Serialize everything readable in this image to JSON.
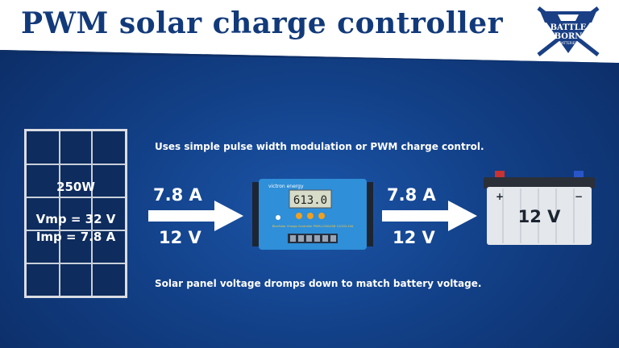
{
  "header": {
    "title": "PWM solar charge controller"
  },
  "logo": {
    "line1": "BATTLE",
    "line2": "BORN",
    "line3": "BATTERIES"
  },
  "panel": {
    "wattage": "250W",
    "vmp": "Vmp = 32 V",
    "imp": "Imp = 7.8 A"
  },
  "captions": {
    "top": "Uses simple pulse width modulation or PWM charge control.",
    "bottom": "Solar panel voltage dromps down to match battery voltage."
  },
  "flow_in": {
    "current": "7.8 A",
    "voltage": "12 V"
  },
  "flow_out": {
    "current": "7.8 A",
    "voltage": "12 V"
  },
  "controller": {
    "brand": "victron energy",
    "display": "613.0",
    "model": "BlueSolar Charge Controller PWM-LCD&USB 12/24V-10A"
  },
  "battery": {
    "voltage": "12 V",
    "plus": "+",
    "minus": "−"
  },
  "colors": {
    "title": "#123a7a",
    "background": "#123f86",
    "controller": "#2f8fd8",
    "arrow": "#ffffff"
  },
  "icons": {
    "logo": "battle-born-logo-icon",
    "panel": "solar-panel-icon",
    "controller": "charge-controller-icon",
    "battery": "battery-icon"
  }
}
